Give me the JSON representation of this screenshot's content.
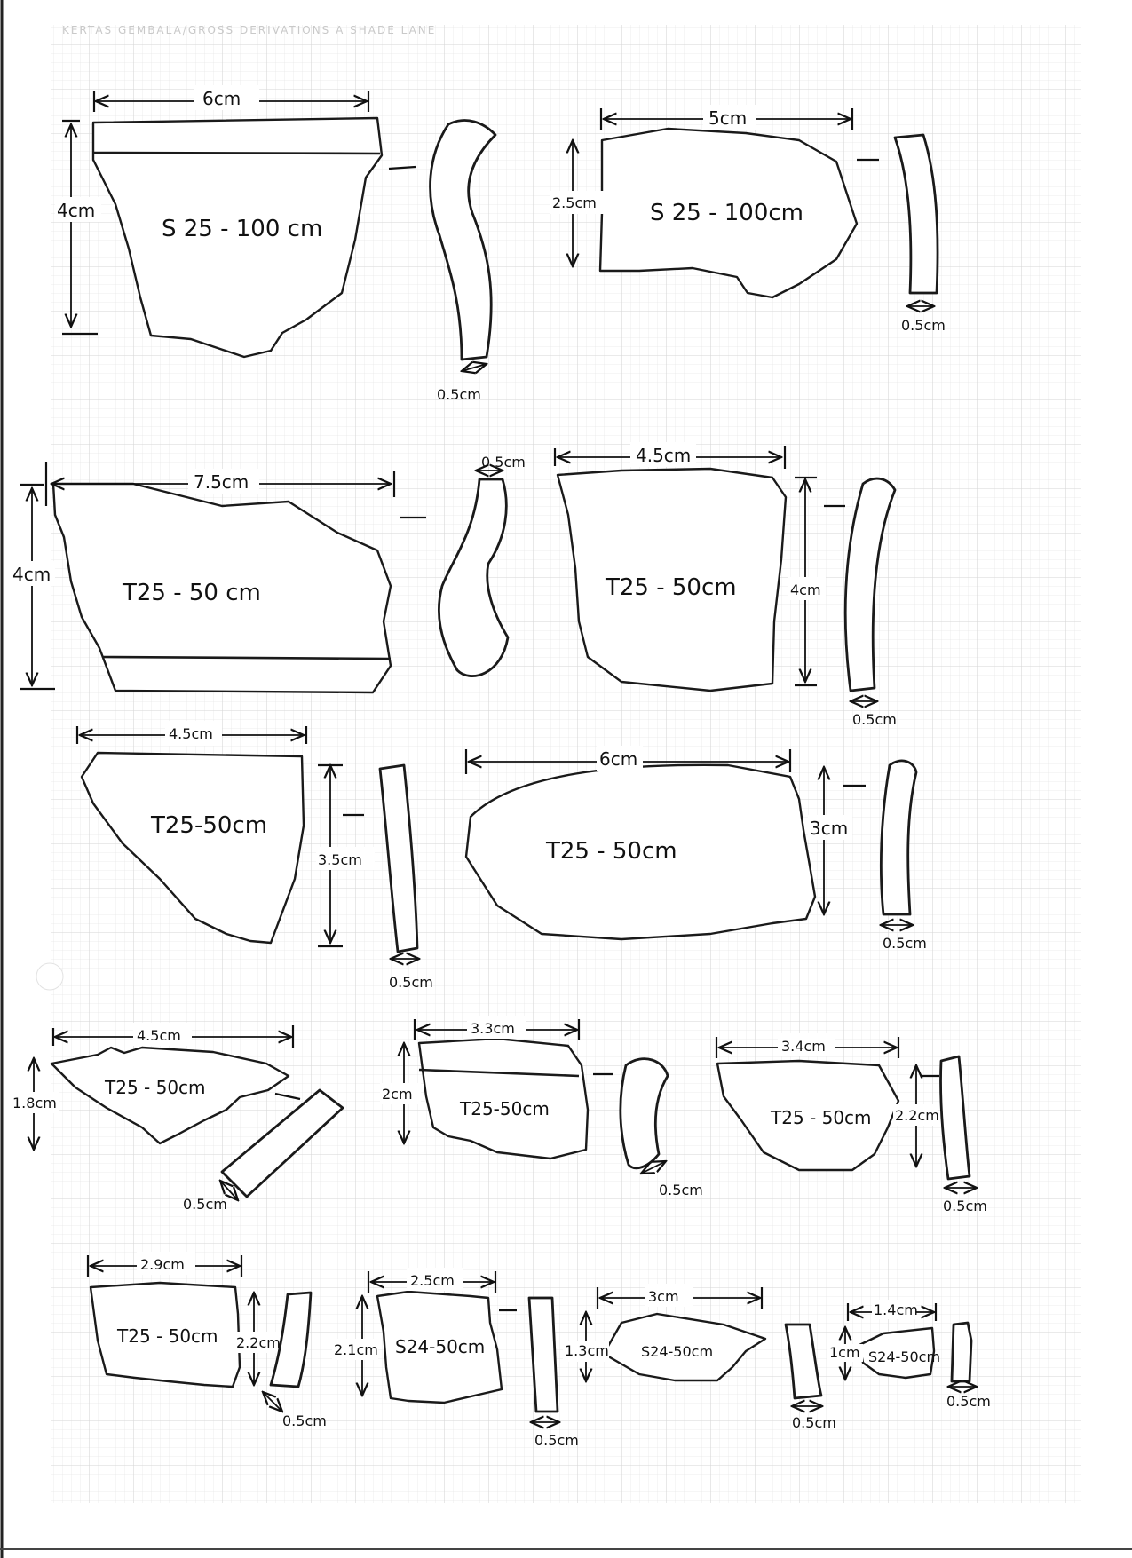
{
  "header_text": "KERTAS GEMBALA/GROSS DERIVATIONS A SHADE LANE",
  "fragments": [
    {
      "label": "S 25 - 100 cm",
      "width": "6cm",
      "height": "4cm",
      "thickness": "0.5cm"
    },
    {
      "label": "S 25 - 100cm",
      "width": "5cm",
      "height": "2.5cm",
      "thickness": "0.5cm"
    },
    {
      "label": "T25 - 50 cm",
      "width": "7.5cm",
      "height": "4cm",
      "thickness": "0.5cm"
    },
    {
      "label": "T25 - 50cm",
      "width": "4.5cm",
      "height": "4cm",
      "thickness": "0.5cm"
    },
    {
      "label": "T25-50cm",
      "width": "4.5cm",
      "height": "3.5cm",
      "thickness": "0.5cm"
    },
    {
      "label": "T25 - 50cm",
      "width": "6cm",
      "height": "3cm",
      "thickness": "0.5cm"
    },
    {
      "label": "T25 - 50cm",
      "width": "4.5cm",
      "height": "1.8cm",
      "thickness": "0.5cm"
    },
    {
      "label": "T25-50cm",
      "width": "3.3cm",
      "height": "2cm",
      "thickness": "0.5cm"
    },
    {
      "label": "T25 - 50cm",
      "width": "3.4cm",
      "height": "2.2cm",
      "thickness": "0.5cm"
    },
    {
      "label": "T25 - 50cm",
      "width": "2.9cm",
      "height": "2.2cm",
      "thickness": "0.5cm"
    },
    {
      "label": "S24-50cm",
      "width": "2.5cm",
      "height": "2.1cm",
      "thickness": "0.5cm"
    },
    {
      "label": "S24-50cm",
      "width": "3cm",
      "height": "1.3cm",
      "thickness": "0.5cm"
    },
    {
      "label": "S24-50cm",
      "width": "1.4cm",
      "height": "1cm",
      "thickness": "0.5cm"
    }
  ]
}
